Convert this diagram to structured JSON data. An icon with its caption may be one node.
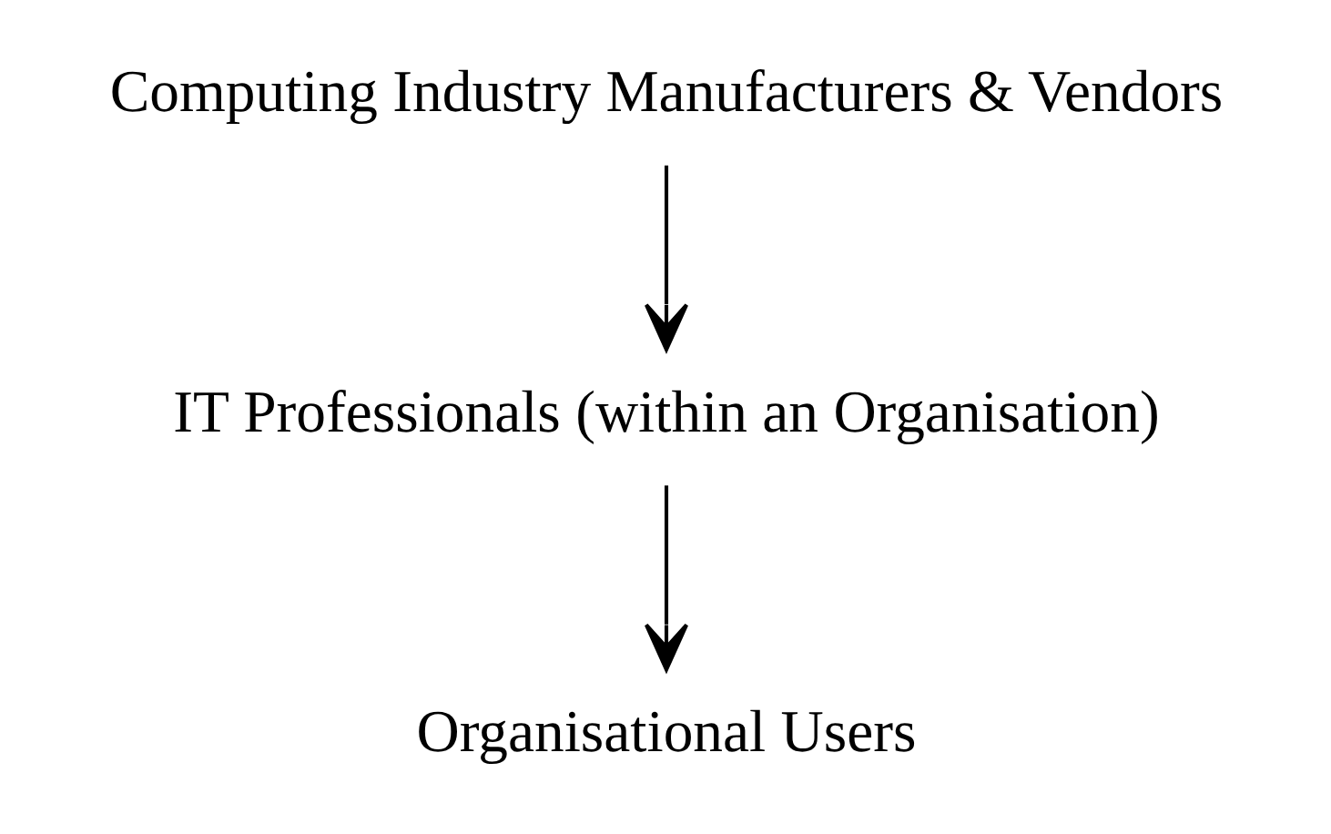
{
  "diagram": {
    "nodes": [
      {
        "text": [
          "Computing Industry Manufacturers & Vendors"
        ]
      },
      {
        "text": [
          "IT Professionals (within an Organisation)"
        ]
      },
      {
        "text": [
          "Organisational Users"
        ]
      }
    ],
    "edges": [
      {
        "from": 0,
        "to": 1,
        "arrow": "to"
      },
      {
        "from": 1,
        "to": 2,
        "arrow": "to"
      }
    ]
  }
}
